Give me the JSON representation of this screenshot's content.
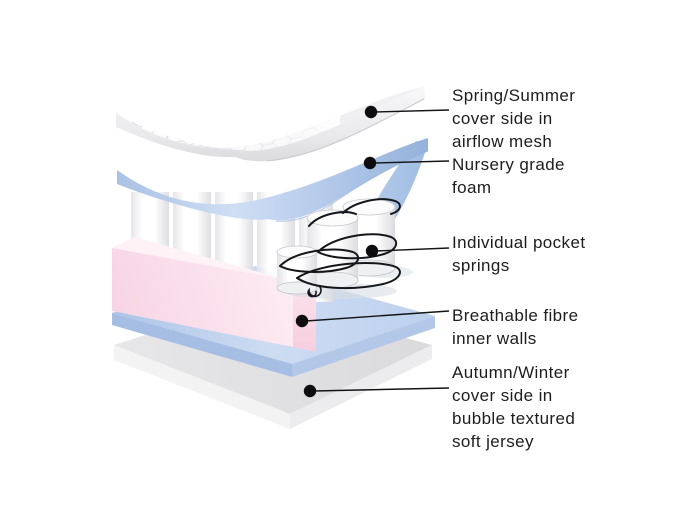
{
  "diagram": {
    "description": "Exploded view of cot mattress layers",
    "labels": [
      {
        "name": "spring-summer-cover",
        "text": "Spring/Summer\ncover side in\nairflow mesh"
      },
      {
        "name": "nursery-grade-foam",
        "text": "Nursery grade\nfoam"
      },
      {
        "name": "individual-pocket-springs",
        "text": "Individual pocket\nsprings"
      },
      {
        "name": "breathable-fibre-inner-walls",
        "text": "Breathable fibre\ninner walls"
      },
      {
        "name": "autumn-winter-cover",
        "text": "Autumn/Winter\ncover side in\nbubble textured\nsoft jersey"
      }
    ],
    "colors": {
      "text": "#1d1d1f",
      "callout": "#141414",
      "cover_white": "#f2f2f4",
      "mesh_line": "#d3d8dd",
      "foam_blue": "#b7cce9",
      "spring_white": "#f7f7f9",
      "wire_black": "#15161a",
      "fibre_wall_pink": "#fadcec",
      "base_blue": "#bcd0ec",
      "base_gray": "#e3e3e5",
      "background": "#ffffff"
    }
  }
}
